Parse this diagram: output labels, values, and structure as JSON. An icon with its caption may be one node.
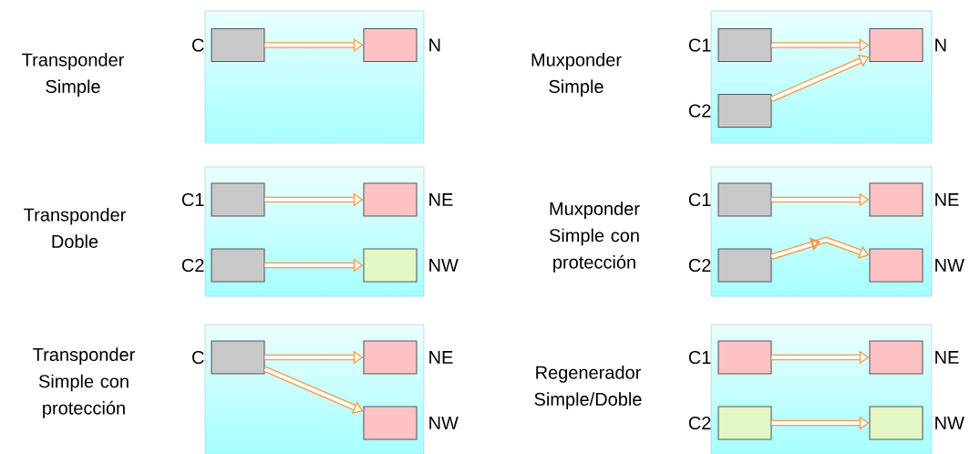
{
  "diagram": {
    "nodes": [
      {
        "text": [],
        "shape": "box"
      },
      {
        "text": [],
        "shape": "box",
        "beside": [
          "C"
        ],
        "in": 0
      },
      {
        "text": [],
        "shape": "box",
        "beside": [
          "N"
        ],
        "in": 0
      },
      {
        "text": [],
        "shape": "box"
      },
      {
        "text": [],
        "shape": "box",
        "beside": [
          "C1"
        ],
        "in": 3
      },
      {
        "text": [],
        "shape": "box",
        "beside": [
          "N"
        ],
        "in": 3
      },
      {
        "text": [],
        "shape": "box",
        "beside": [
          "C2"
        ],
        "in": 3
      },
      {
        "text": [],
        "shape": "box"
      },
      {
        "text": [],
        "shape": "box",
        "beside": [
          "C1"
        ],
        "in": 7
      },
      {
        "text": [],
        "shape": "box",
        "beside": [
          "NE"
        ],
        "in": 7
      },
      {
        "text": [],
        "shape": "box",
        "beside": [
          "C2"
        ],
        "in": 7
      },
      {
        "text": [],
        "shape": "box",
        "beside": [
          "NW"
        ],
        "in": 7
      },
      {
        "text": [],
        "shape": "box"
      },
      {
        "text": [],
        "shape": "box",
        "beside": [
          "C1"
        ],
        "in": 12
      },
      {
        "text": [],
        "shape": "box",
        "beside": [
          "NE"
        ],
        "in": 12
      },
      {
        "text": [],
        "shape": "box",
        "beside": [
          "C2"
        ],
        "in": 12
      },
      {
        "text": [],
        "shape": "box",
        "beside": [
          "NW"
        ],
        "in": 12
      },
      {
        "text": [],
        "shape": "box"
      },
      {
        "text": [],
        "shape": "box",
        "beside": [
          "C"
        ],
        "in": 17
      },
      {
        "text": [],
        "shape": "box",
        "beside": [
          "NE"
        ],
        "in": 17
      },
      {
        "text": [],
        "shape": "box",
        "beside": [
          "NW"
        ],
        "in": 17
      },
      {
        "text": [],
        "shape": "box"
      },
      {
        "text": [],
        "shape": "box",
        "beside": [
          "C1"
        ],
        "in": 21
      },
      {
        "text": [],
        "shape": "box",
        "beside": [
          "NE"
        ],
        "in": 21
      },
      {
        "text": [],
        "shape": "box",
        "beside": [
          "C2"
        ],
        "in": 21
      },
      {
        "text": [],
        "shape": "box",
        "beside": [
          "NW"
        ],
        "in": 21
      }
    ],
    "edges": [
      {
        "from": 1,
        "to": 2,
        "arrow": "to"
      },
      {
        "from": 4,
        "to": 5,
        "arrow": "to"
      },
      {
        "from": 6,
        "to": 5,
        "arrow": "to"
      },
      {
        "from": 8,
        "to": 9,
        "arrow": "to"
      },
      {
        "from": 10,
        "to": 11,
        "arrow": "to"
      },
      {
        "from": 13,
        "to": 14,
        "arrow": "to"
      },
      {
        "from": 15,
        "to": 16,
        "arrow": "to"
      },
      {
        "from": 18,
        "to": 19,
        "arrow": "to"
      },
      {
        "from": 18,
        "to": 20,
        "arrow": "to"
      },
      {
        "from": 22,
        "to": 23,
        "arrow": "to"
      },
      {
        "from": 24,
        "to": 25,
        "arrow": "to"
      }
    ],
    "labels": [
      "Transponder Simple",
      "Muxponder Simple",
      "Transponder Doble",
      "Muxponder Simple con protección",
      "Transponder Simple con protección",
      "Regenerador Simple/Doble"
    ]
  }
}
